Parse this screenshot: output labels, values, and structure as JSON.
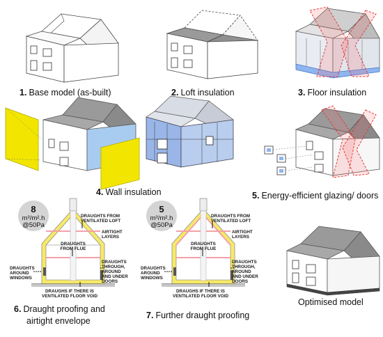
{
  "panels": [
    {
      "num": "1.",
      "label": "Base model (as-built)"
    },
    {
      "num": "2.",
      "label": "Loft insulation"
    },
    {
      "num": "3.",
      "label": "Floor insulation"
    },
    {
      "num": "4.",
      "label": "Wall insulation"
    },
    {
      "num": "5.",
      "label": "Energy-efficient glazing/ doors"
    },
    {
      "num": "6.",
      "label": "Draught proofing and",
      "label2": "airtight envelope"
    },
    {
      "num": "7.",
      "label": "Further draught proofing"
    },
    {
      "num": "",
      "label": "Optimised model"
    }
  ],
  "badges": [
    {
      "value": "8",
      "unit": "m³/m².h",
      "pressure": "@50Pa"
    },
    {
      "value": "5",
      "unit": "m³/m².h",
      "pressure": "@50Pa"
    }
  ],
  "notes": {
    "loft": [
      "DRAUGHTS FROM",
      "VENTILATED LOFT"
    ],
    "airtight": [
      "AIRTIGHT",
      "LAYERS"
    ],
    "flue": [
      "DRAUGHTS",
      "FROM FLUE"
    ],
    "windows": [
      "DRAUGHTS",
      "AROUND",
      "WINDOWS"
    ],
    "doors": [
      "DRAUGHTS",
      "THROUGH,",
      "AROUND",
      "AND UNDER",
      "DOORS"
    ],
    "floor": [
      "DRAUGHS IF THERE IS",
      "VENTILATED FLOOR VOID"
    ]
  },
  "colors": {
    "roof": "#9a9a9a",
    "wall_insulation": "#f2e600",
    "floor_insulation": "#8fb5f0",
    "airtight": "#f4a0a8",
    "dashed_red": "#e23a3a"
  }
}
